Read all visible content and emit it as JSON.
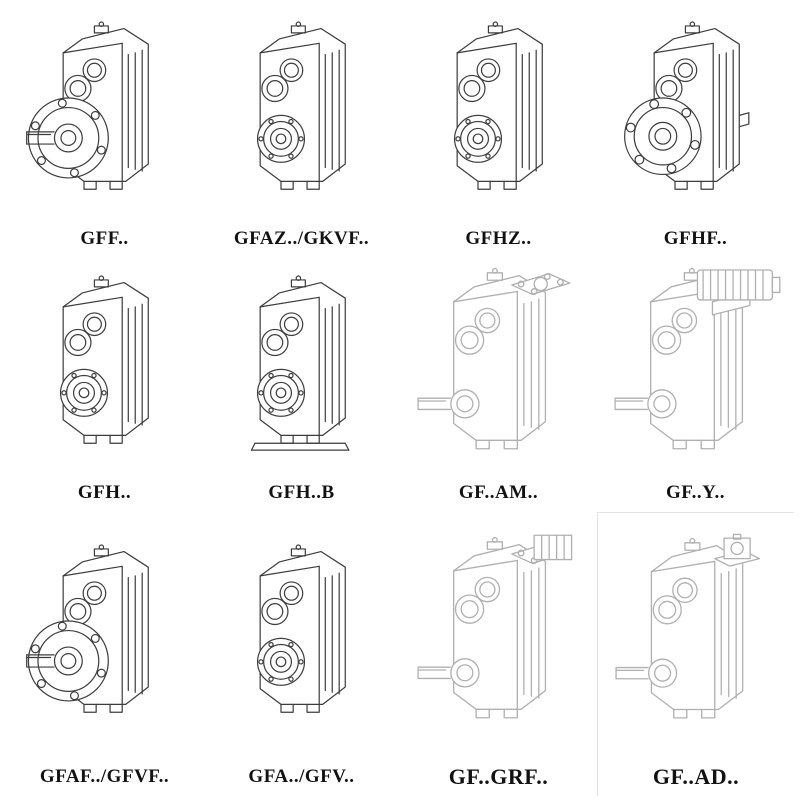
{
  "page": {
    "background": "#ffffff",
    "ink": "#3d3d3d",
    "ink_light": "#b0b0b0",
    "label_color": "#121212"
  },
  "catalog": {
    "rows": 3,
    "columns": 4,
    "items": [
      {
        "label": "GFF..",
        "drawing": "flange-output-gearbox",
        "symbol": "#sym-flange",
        "tone": "dark"
      },
      {
        "label": "GFAZ../GKVF..",
        "drawing": "hollow-shaft-gearbox",
        "symbol": "#sym-shaft",
        "tone": "dark"
      },
      {
        "label": "GFHZ..",
        "drawing": "hollow-shaft-gearbox",
        "symbol": "#sym-shaft",
        "tone": "dark"
      },
      {
        "label": "GFHF..",
        "drawing": "flange-hollow-gearbox",
        "symbol": "#sym-flangehollow",
        "tone": "dark"
      },
      {
        "label": "GFH..",
        "drawing": "shaft-mounted-gearbox",
        "symbol": "#sym-shaft",
        "tone": "dark"
      },
      {
        "label": "GFH..B",
        "drawing": "foot-mounted-gearbox",
        "symbol": "#sym-foot",
        "tone": "dark"
      },
      {
        "label": "GF..AM..",
        "drawing": "iec-adapter-gearbox",
        "symbol": "#sym-am",
        "tone": "light"
      },
      {
        "label": "GF..Y..",
        "drawing": "motor-mounted-gearbox",
        "symbol": "#sym-motor",
        "tone": "light"
      },
      {
        "label": "GFAF../GFVF..",
        "drawing": "flange-output-gearbox",
        "symbol": "#sym-flange",
        "tone": "dark"
      },
      {
        "label": "GFA../GFV..",
        "drawing": "hollow-shaft-gearbox",
        "symbol": "#sym-shaft",
        "tone": "dark"
      },
      {
        "label": "GF..GRF..",
        "drawing": "adapter-box-gearbox",
        "symbol": "#sym-grf",
        "tone": "light"
      },
      {
        "label": "GF..AD..",
        "drawing": "input-adapter-gearbox",
        "symbol": "#sym-ad",
        "tone": "light"
      }
    ]
  }
}
